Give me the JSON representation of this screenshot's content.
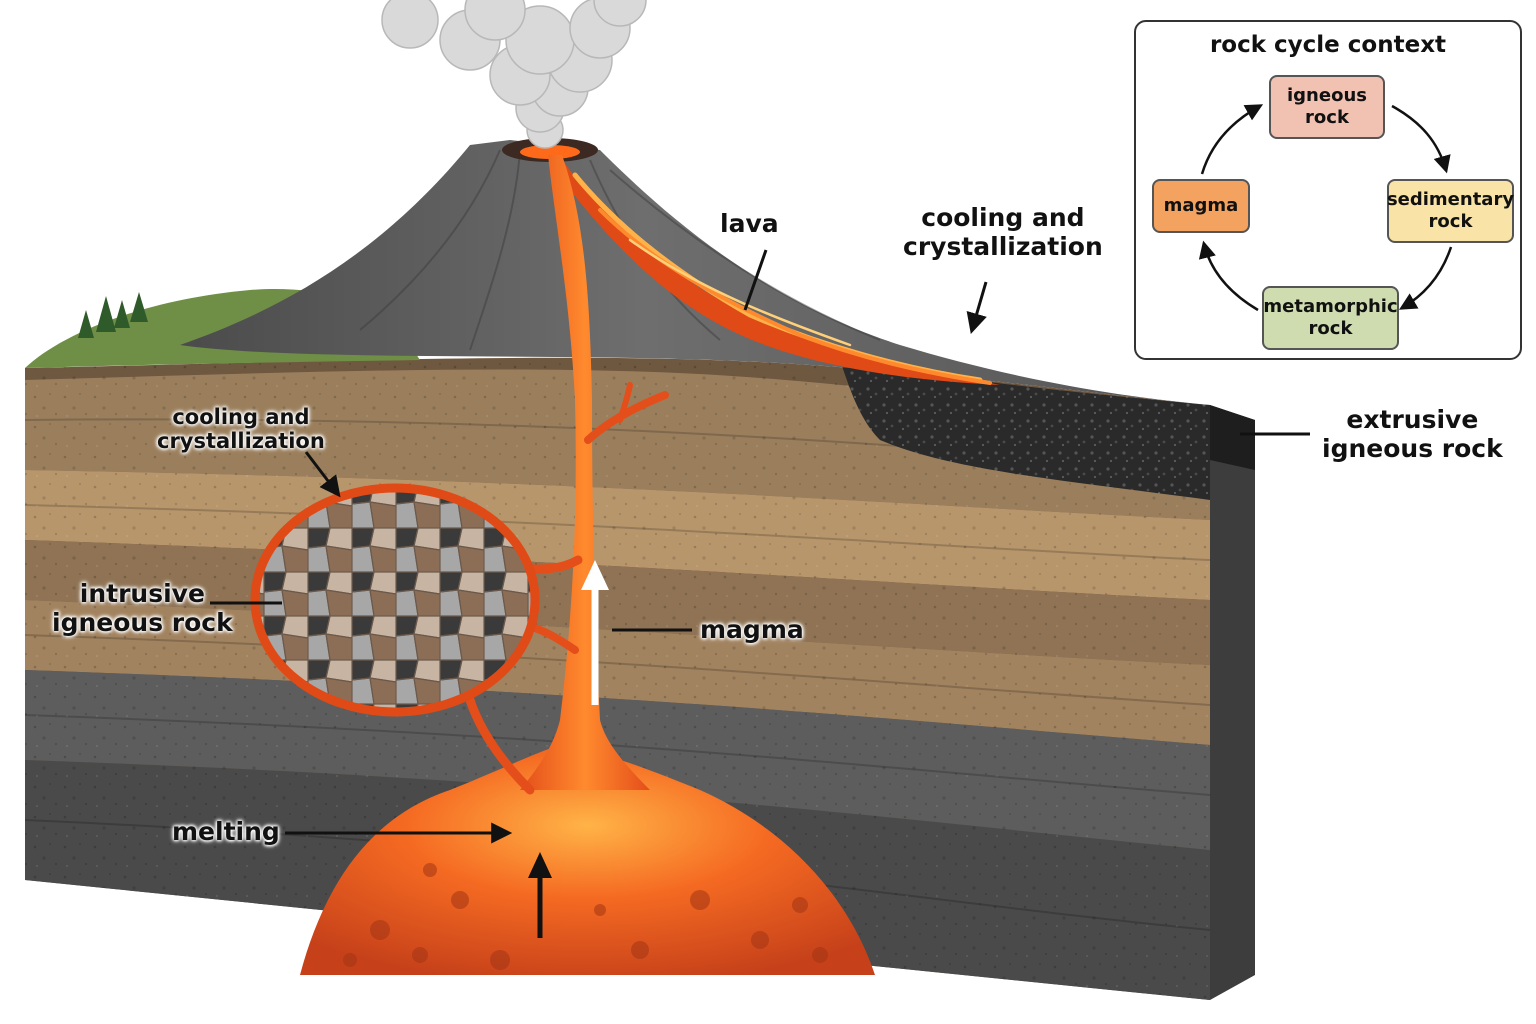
{
  "labels": {
    "lava": "lava",
    "cooling_top": [
      "cooling and",
      "crystallization"
    ],
    "cooling_left": [
      "cooling and",
      "crystallization"
    ],
    "extrusive": [
      "extrusive",
      "igneous rock"
    ],
    "intrusive": [
      "intrusive",
      "igneous rock"
    ],
    "magma": "magma",
    "melting": "melting"
  },
  "cycle": {
    "title": "rock cycle context",
    "nodes": {
      "igneous": [
        "igneous",
        "rock"
      ],
      "sedimentary": [
        "sedimentary",
        "rock"
      ],
      "metamorphic": [
        "metamorphic",
        "rock"
      ],
      "magma": [
        "magma"
      ]
    }
  },
  "colors": {
    "lava": "#f0521c",
    "lava_bright": "#ff9a2e",
    "igneous_node": "#f1c1b2",
    "sedimentary_node": "#fae3a6",
    "metamorphic_node": "#cfdcb0",
    "magma_node": "#f3a35f"
  }
}
